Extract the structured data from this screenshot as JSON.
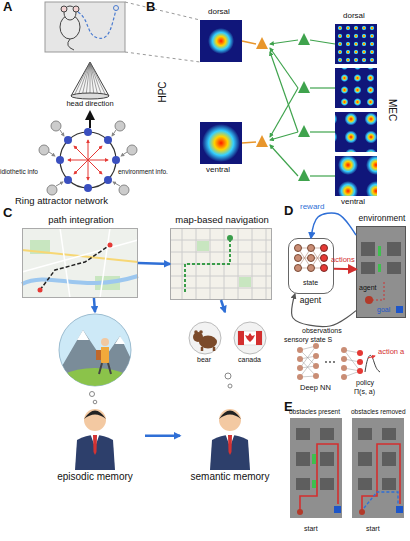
{
  "diagram": {
    "nodes": [
      {
        "text": [
          "path integration"
        ]
      },
      {
        "text": [
          "map-based navigation"
        ]
      },
      {
        "text": [
          "episodic memory"
        ]
      },
      {
        "text": [
          "semantic memory"
        ]
      },
      {
        "text": [
          "state",
          "agent"
        ]
      },
      {
        "text": [
          "environment",
          "agent",
          "goal"
        ]
      }
    ],
    "edges": [
      {
        "from": 0,
        "to": 1,
        "arrow": "to"
      },
      {
        "from": 0,
        "to": 2,
        "arrow": "to"
      },
      {
        "from": 1,
        "to": 3,
        "arrow": "to"
      },
      {
        "from": 2,
        "to": 3,
        "arrow": "to"
      },
      {
        "from": 5,
        "to": 4,
        "label": "reward",
        "arrow": "to"
      },
      {
        "from": 4,
        "to": 5,
        "label": "actions",
        "arrow": "to"
      },
      {
        "from": 5,
        "to": 4,
        "label": "observations",
        "arrow": "to"
      }
    ],
    "labels": [
      "A",
      "head direction",
      "idiothetic info",
      "environment info.",
      "Ring attractor network",
      "B",
      "dorsal",
      "HPC",
      "ventral",
      "dorsal",
      "MEC",
      "ventral",
      "C",
      "bear",
      "canada",
      "D",
      "sensory state S",
      "Deep NN",
      "action a",
      "policy",
      "Π(s, a)",
      "E",
      "obstacles present",
      "obstacles removed",
      "start",
      "start"
    ]
  }
}
